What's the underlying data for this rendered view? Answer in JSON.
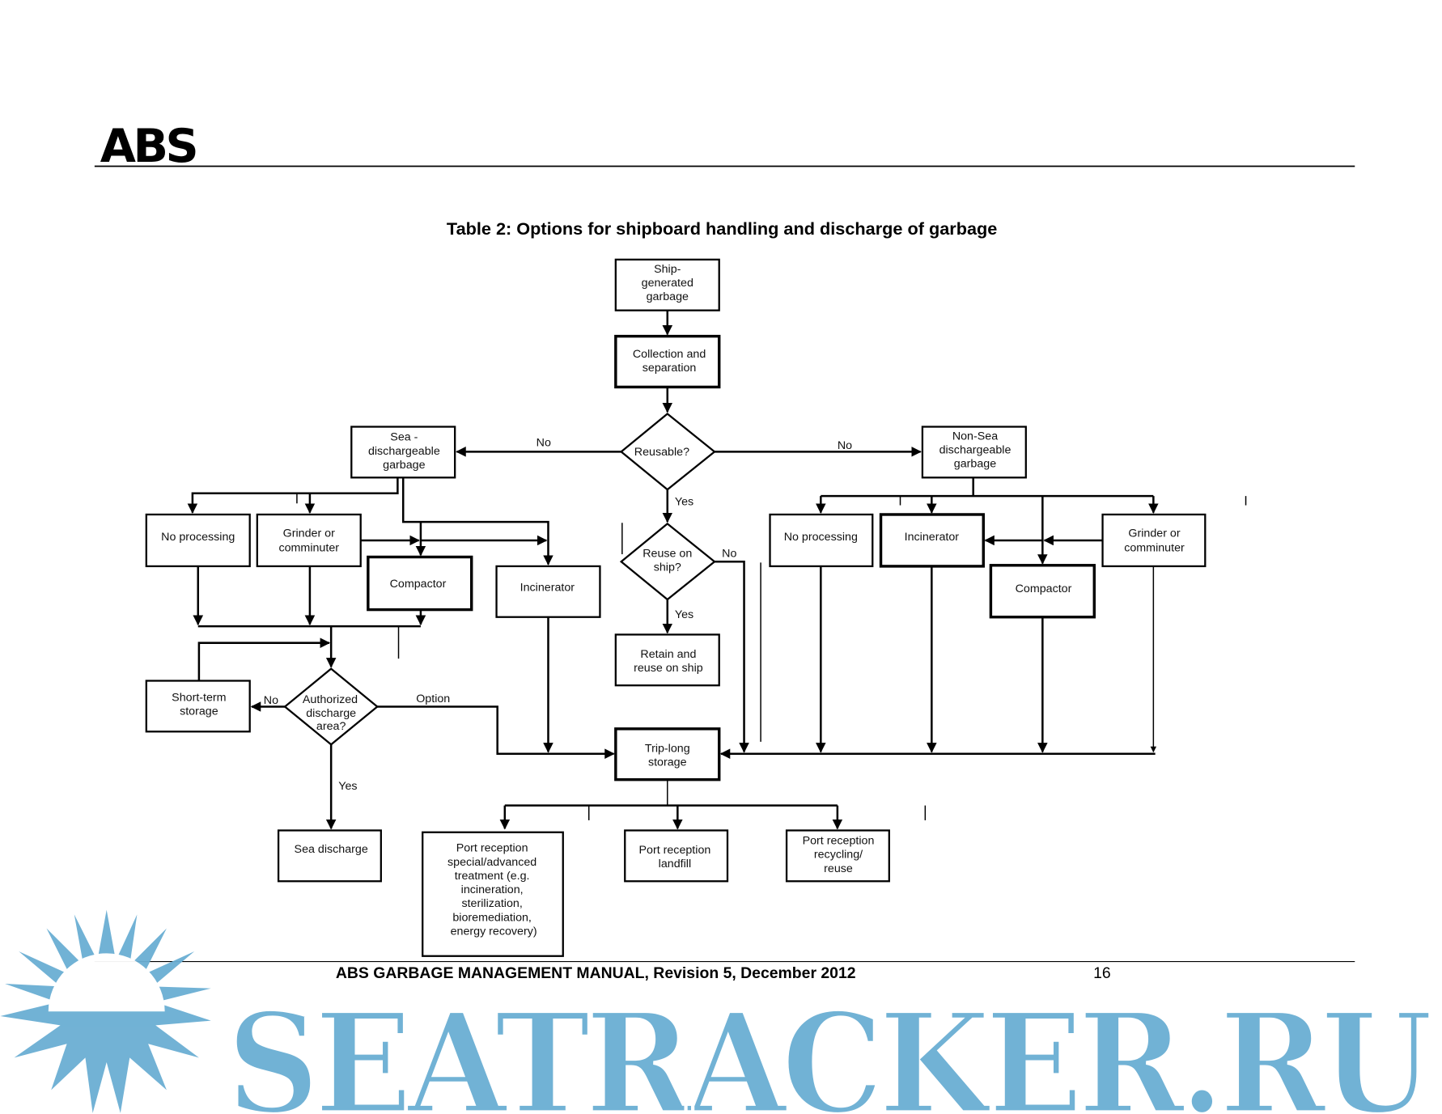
{
  "header": {
    "logo": "ABS"
  },
  "title": "Table 2: Options for shipboard handling and discharge of garbage",
  "nodes": {
    "ship_generated": [
      "Ship-",
      "generated",
      "garbage"
    ],
    "collection": [
      "Collection and",
      "separation"
    ],
    "reusable": [
      "Reusable?"
    ],
    "sea_dischargeable": [
      "Sea -",
      "dischargeable",
      "garbage"
    ],
    "non_sea": [
      "Non-Sea",
      "dischargeable",
      "garbage"
    ],
    "left_no_processing": [
      "No processing"
    ],
    "left_grinder": [
      "Grinder or",
      "comminuter"
    ],
    "left_compactor": [
      "Compactor"
    ],
    "left_incinerator": [
      "Incinerator"
    ],
    "reuse_on_ship": [
      "Reuse on",
      "ship?"
    ],
    "retain": [
      "Retain and",
      "reuse on ship"
    ],
    "right_no_processing": [
      "No processing"
    ],
    "right_incinerator": [
      "Incinerator"
    ],
    "right_compactor": [
      "Compactor"
    ],
    "right_grinder": [
      "Grinder or",
      "comminuter"
    ],
    "short_term": [
      "Short-term",
      "storage"
    ],
    "authorized": [
      "Authorized",
      "discharge",
      "area?"
    ],
    "trip_long": [
      "Trip-long",
      "storage"
    ],
    "sea_discharge": [
      "Sea discharge"
    ],
    "port_special": [
      "Port reception",
      "special/advanced",
      "treatment (e.g.",
      "incineration,",
      "sterilization,",
      "bioremediation,",
      "energy recovery)"
    ],
    "port_landfill": [
      "Port reception",
      "landfill"
    ],
    "port_recycling": [
      "Port reception",
      "recycling/",
      "reuse"
    ]
  },
  "edge_labels": {
    "reusable_no_left": "No",
    "reusable_no_right": "No",
    "reusable_yes": "Yes",
    "reuse_no": "No",
    "reuse_yes": "Yes",
    "authorized_no": "No",
    "authorized_option": "Option",
    "authorized_yes": "Yes"
  },
  "footer": {
    "text": "ABS GARBAGE MANAGEMENT MANUAL, Revision 5, December 2012",
    "page": "16"
  },
  "watermark": {
    "text": "SEATRACKER.RU",
    "color": "#6aaed3"
  }
}
